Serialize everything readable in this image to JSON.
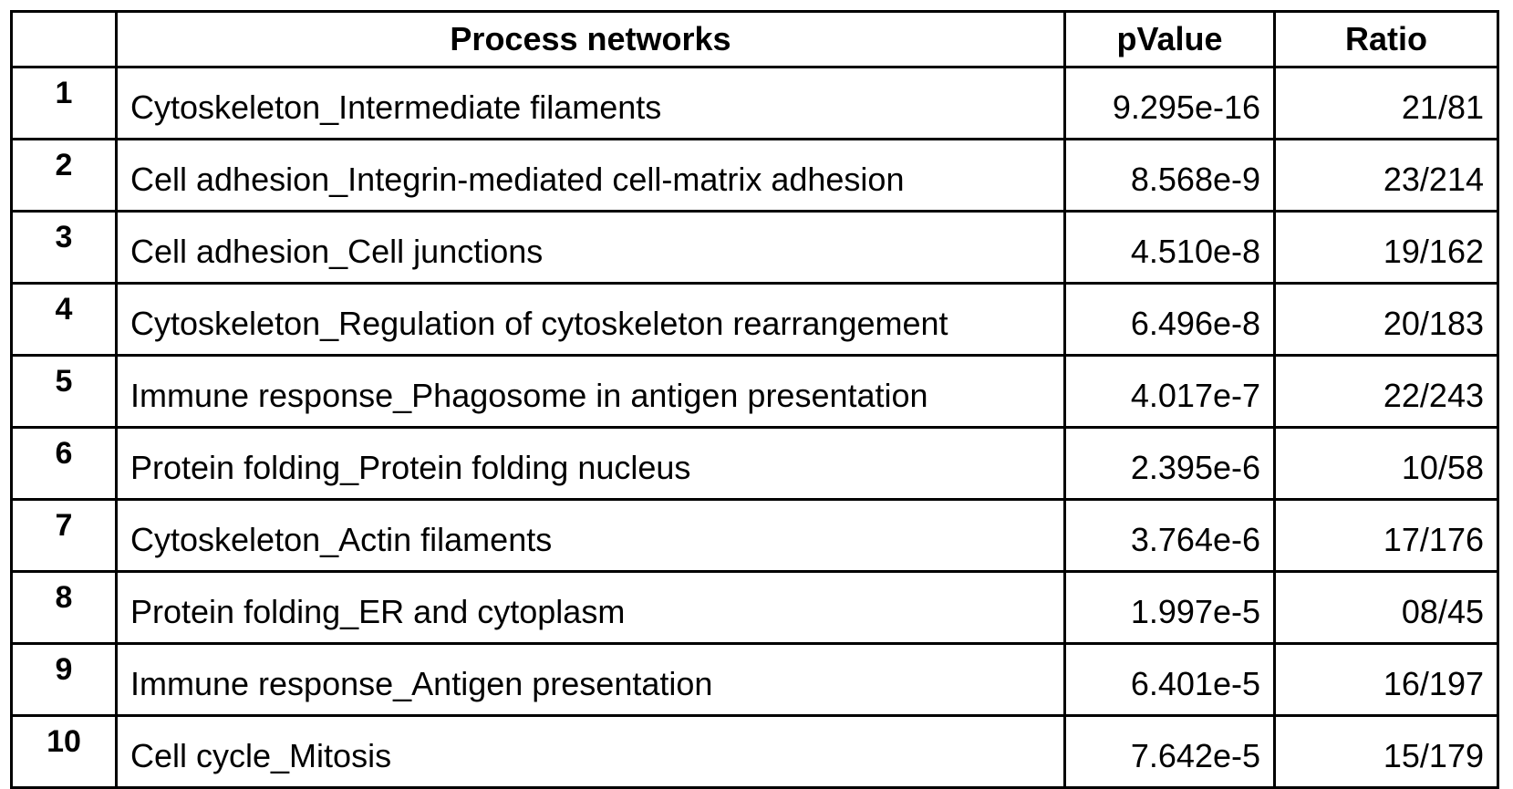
{
  "table": {
    "headers": {
      "index": "",
      "process_networks": "Process networks",
      "pvalue": "pValue",
      "ratio": "Ratio"
    },
    "rows": [
      {
        "index": "1",
        "network": "Cytoskeleton_Intermediate filaments",
        "pvalue": "9.295e-16",
        "ratio": "21/81"
      },
      {
        "index": "2",
        "network": "Cell adhesion_Integrin-mediated cell-matrix adhesion",
        "pvalue": "8.568e-9",
        "ratio": "23/214"
      },
      {
        "index": "3",
        "network": "Cell adhesion_Cell junctions",
        "pvalue": "4.510e-8",
        "ratio": "19/162"
      },
      {
        "index": "4",
        "network": "Cytoskeleton_Regulation of cytoskeleton rearrangement",
        "pvalue": "6.496e-8",
        "ratio": "20/183"
      },
      {
        "index": "5",
        "network": "Immune response_Phagosome in antigen presentation",
        "pvalue": "4.017e-7",
        "ratio": "22/243"
      },
      {
        "index": "6",
        "network": "Protein folding_Protein folding nucleus",
        "pvalue": "2.395e-6",
        "ratio": "10/58"
      },
      {
        "index": "7",
        "network": "Cytoskeleton_Actin filaments",
        "pvalue": "3.764e-6",
        "ratio": "17/176"
      },
      {
        "index": "8",
        "network": "Protein folding_ER and cytoplasm",
        "pvalue": "1.997e-5",
        "ratio": "08/45"
      },
      {
        "index": "9",
        "network": "Immune response_Antigen presentation",
        "pvalue": "6.401e-5",
        "ratio": "16/197"
      },
      {
        "index": "10",
        "network": "Cell cycle_Mitosis",
        "pvalue": "7.642e-5",
        "ratio": "15/179"
      }
    ]
  }
}
